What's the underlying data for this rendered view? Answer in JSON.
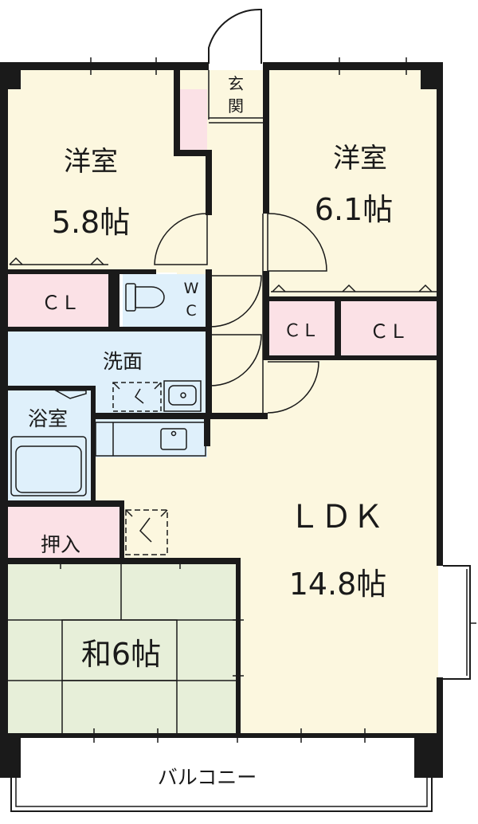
{
  "floorplan": {
    "rooms": {
      "western_room_1": {
        "name": "洋室",
        "size": "5.8帖"
      },
      "western_room_2": {
        "name": "洋室",
        "size": "6.1帖"
      },
      "closet_1": "ＣＬ",
      "closet_2": "ＣＬ",
      "closet_3": "ＣＬ",
      "wc": "W\nC",
      "wc_line1": "W",
      "wc_line2": "C",
      "washroom": "洗面",
      "bathroom": "浴室",
      "storage": "押入",
      "ldk": {
        "name": "ＬＤＫ",
        "size": "14.8帖"
      },
      "japanese_room": "和6帖",
      "balcony": "バルコニー",
      "entrance_line1": "玄",
      "entrance_line2": "関"
    },
    "colors": {
      "wall": "#1a1a1a",
      "western_room": "#fcf7df",
      "closet": "#fbe1e6",
      "wet_area": "#dff0fb",
      "japanese_room": "#e7efd9",
      "balcony": "#ffffff"
    }
  }
}
